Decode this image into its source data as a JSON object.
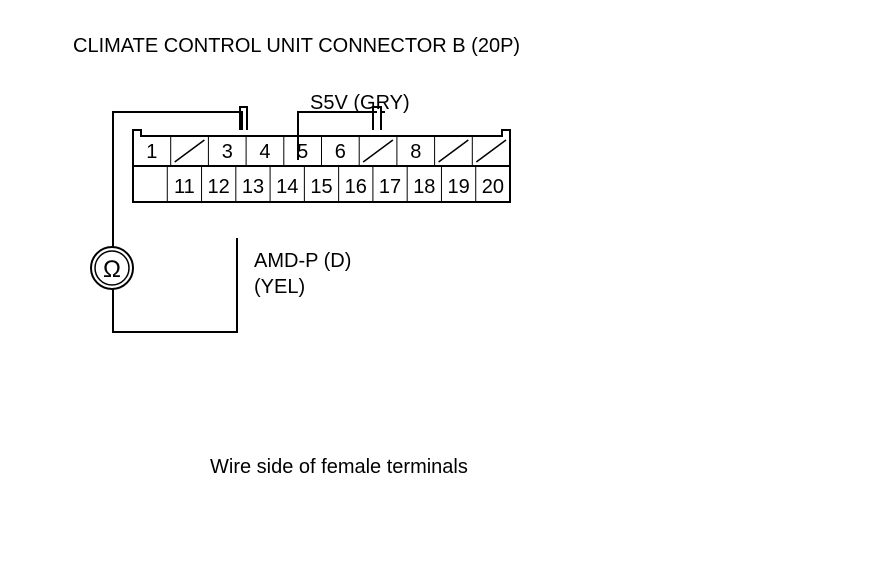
{
  "title": "CLIMATE CONTROL UNIT CONNECTOR B (20P)",
  "wire_s5v_label": "S5V (GRY)",
  "wire_amdp_label_line1": "AMD-P (D)",
  "wire_amdp_label_line2": "(YEL)",
  "ohmmeter_symbol": "Ω",
  "caption": "Wire side of female terminals",
  "connector": {
    "top_row": [
      "1",
      "/",
      "3",
      "4",
      "5",
      "6",
      "/",
      "8",
      "/",
      "/"
    ],
    "bottom_row": [
      "",
      "11",
      "12",
      "13",
      "14",
      "15",
      "16",
      "17",
      "18",
      "19",
      "20"
    ]
  },
  "colors": {
    "line": "#000000",
    "background": "#ffffff"
  }
}
